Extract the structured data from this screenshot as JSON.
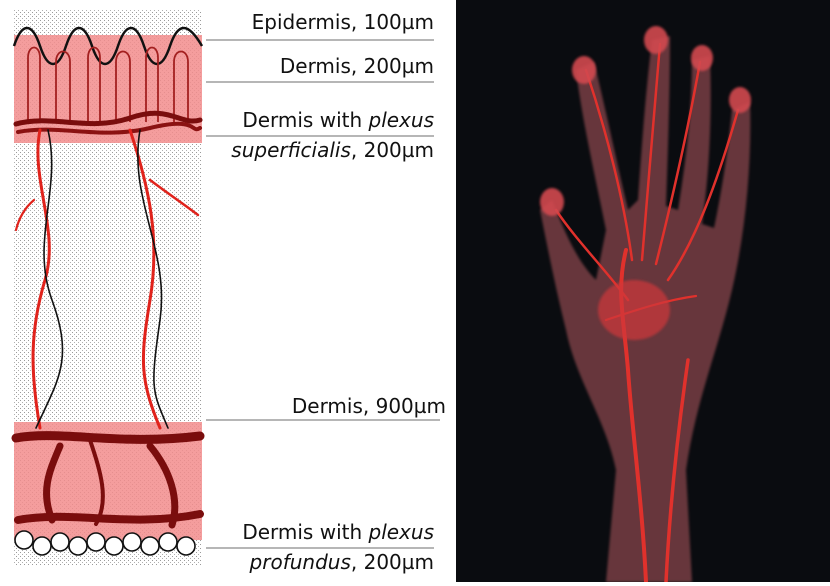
{
  "layers": [
    {
      "id": "epidermis",
      "text": "Epidermis, 100µm"
    },
    {
      "id": "dermis-200",
      "text": "Dermis, 200µm"
    },
    {
      "id": "plexus-superficialis",
      "line1_prefix": "Dermis with ",
      "line1_italic": "plexus",
      "line2_italic": "superficialis",
      "line2_suffix": ", 200µm"
    },
    {
      "id": "dermis-900",
      "text": "Dermis, 900µm"
    },
    {
      "id": "plexus-profundus",
      "line1_prefix": "Dermis with ",
      "line1_italic": "plexus",
      "line2_italic": "profundus",
      "line2_suffix": ", 200µm"
    }
  ],
  "colors": {
    "tissue_tint": "#f28c8c",
    "vessel_red": "#e0231c",
    "vessel_dark": "#7a0d0d",
    "stipple_bg": "#d9d9d9",
    "photo_bg": "#0a0c10",
    "vessel_cast": "#c93a3a"
  }
}
